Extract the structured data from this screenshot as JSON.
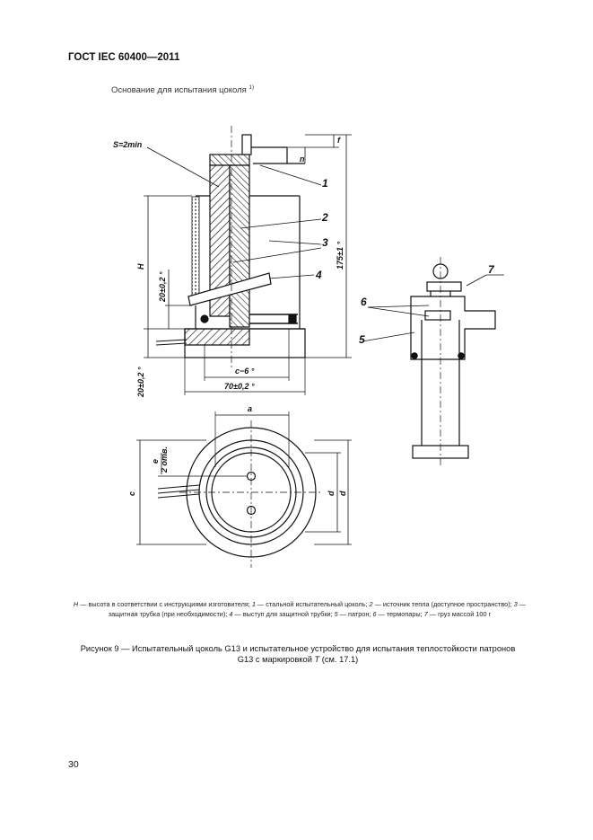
{
  "header": {
    "standard": "ГОСТ IEC 60400—2011"
  },
  "subheader": {
    "text": "Основание для испытания цоколя ",
    "footnote_mark": "1)"
  },
  "figure": {
    "labels": {
      "s_min": "S=2min",
      "f": "f",
      "n": "n",
      "H": "H",
      "dim_20_upper": "20±0,2 °",
      "dim_20_lower": "20±0,2 °",
      "dim_175": "175±1 °",
      "dim_c_minus_6": "c−6 °",
      "dim_70": "70±0,2 °",
      "a": "a",
      "e": "e",
      "two_holes": "2 отв.",
      "c": "c",
      "d_inner": "d",
      "d_outer": "d",
      "item_1": "1",
      "item_2": "2",
      "item_3": "3",
      "item_4": "4",
      "item_5": "5",
      "item_6": "6",
      "item_7": "7"
    },
    "legend": [
      {
        "key": "H",
        "text": " — высота в соответствии с инструкциями изготовителя; "
      },
      {
        "key": "1",
        "text": " — стальной испытательный цоколь; "
      },
      {
        "key": "2",
        "text": " — источник тепла (доступное пространство); "
      },
      {
        "key": "3",
        "text": " — защитная трубка (при необходимости); "
      },
      {
        "key": "4",
        "text": " — выступ для защитной трубки; "
      },
      {
        "key": "5",
        "text": " — патрон; "
      },
      {
        "key": "6",
        "text": " — термопары; "
      },
      {
        "key": "7",
        "text": " — груз массой 100 г"
      }
    ],
    "caption_main": "Рисунок 9 — Испытательный цоколь G13 и испытательное устройство для испытания теплостойкости патронов G13 с маркировкой ",
    "caption_italic": "T",
    "caption_tail": " (см. 17.1)"
  },
  "footer": {
    "page_number": "30"
  }
}
